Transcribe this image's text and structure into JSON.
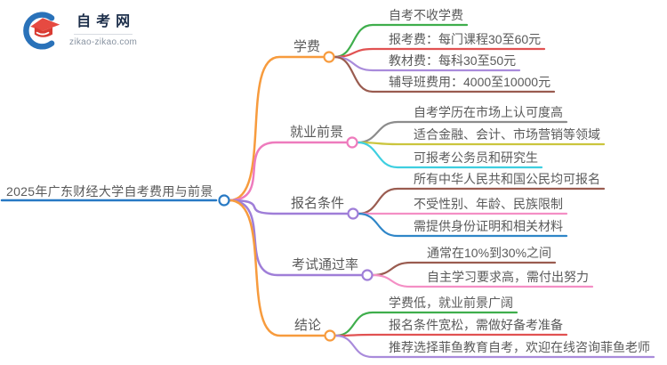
{
  "logo": {
    "title": "自考网",
    "domain": "zikao-zikao.com",
    "icon_blue": "#2a72b9",
    "icon_red": "#e64a41"
  },
  "mindmap": {
    "root": {
      "label": "2025年广东财经大学自考费用与前景",
      "color": "#2779c4"
    },
    "branches": [
      {
        "label": "学费",
        "color": "#f79b3d",
        "children": [
          {
            "label": "自考不收学费",
            "color": "#3fae4c"
          },
          {
            "label": "报考费：每门课程30至60元",
            "color": "#e15252"
          },
          {
            "label": "教材费：每科30至50元",
            "color": "#a98bdb"
          },
          {
            "label": "辅导班费用：4000至10000元",
            "color": "#9a5c50"
          }
        ]
      },
      {
        "label": "就业前景",
        "color": "#ee7bbd",
        "children": [
          {
            "label": "自考学历在市场上认可度高",
            "color": "#8c8c8c"
          },
          {
            "label": "适合金融、会计、市场营销等领域",
            "color": "#cbc53d"
          },
          {
            "label": "可报考公务员和研究生",
            "color": "#3ecfe0"
          }
        ]
      },
      {
        "label": "报名条件",
        "color": "#9f7ed8",
        "children": [
          {
            "label": "所有中华人民共和国公民均可报名",
            "color": "#9a5c50"
          },
          {
            "label": "不受性别、年龄、民族限制",
            "color": "#f48fc5"
          },
          {
            "label": "需提供身份证明和相关材料",
            "color": "#2f86c8"
          }
        ]
      },
      {
        "label": "考试通过率",
        "color": "#9f7ed8",
        "children": [
          {
            "label": "通常在10%到30%之间",
            "color": "#9a5c50"
          },
          {
            "label": "自主学习要求高，需付出努力",
            "color": "#f48fc5"
          }
        ]
      },
      {
        "label": "结论",
        "color": "#f79b3d",
        "children": [
          {
            "label": "学费低，就业前景广阔",
            "color": "#3fae4c"
          },
          {
            "label": "报名条件宽松，需做好备考准备",
            "color": "#e15252"
          },
          {
            "label": "推荐选择菲鱼教育自考，欢迎在线咨询菲鱼老师",
            "color": "#a98bdb"
          }
        ]
      }
    ]
  }
}
